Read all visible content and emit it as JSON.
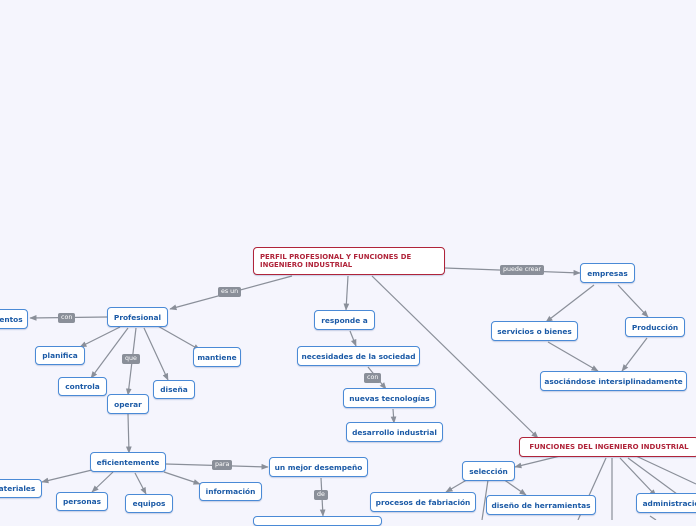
{
  "nodes": {
    "root": "PERFIL PROFESIONAL Y FUNCIONES DE INGENIERO INDUSTRIAL",
    "profesional": "Profesional",
    "conocimientos": "entos",
    "planifica": "planifica",
    "controla": "controla",
    "mantiene": "mantiene",
    "disena": "diseña",
    "operar": "operar",
    "eficientemente": "eficientemente",
    "materiales": "ateriales",
    "personas": "personas",
    "equipos": "equipos",
    "informacion": "información",
    "mejor_desempeno": "un mejor desempeño",
    "responde_a": "responde a",
    "necesidades": "necesidades de la sociedad",
    "nuevas_tecnologias": "nuevas tecnologías",
    "desarrollo_industrial": "desarrollo industrial",
    "empresas": "empresas",
    "servicios_bienes": "servicios o bienes",
    "produccion": "Producción",
    "asociandose": "asociándose intersiplinadamente",
    "funciones": "FUNCIONES DEL INGENIERO INDUSTRIAL",
    "seleccion": "selección",
    "procesos": "procesos de fabriación",
    "herramientas": "diseño de herramientas",
    "administracion": "administració"
  },
  "links": {
    "es_un": "es un",
    "con1": "con",
    "que": "que",
    "para": "para",
    "de": "de",
    "con2": "con",
    "puede_crear": "puede crear"
  },
  "colors": {
    "background": "#f5f5fd",
    "node_border": "#4a8ad6",
    "node_text": "#1b5aa6",
    "root_border": "#b0243a",
    "connector": "#8a8f99"
  }
}
